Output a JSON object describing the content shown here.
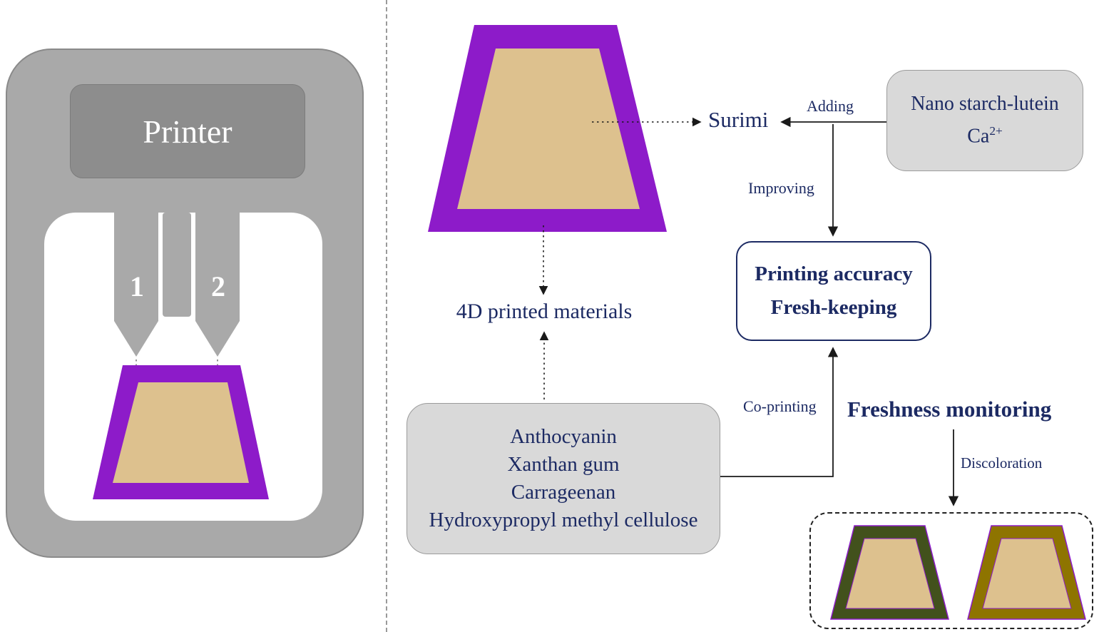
{
  "printer": {
    "label": "Printer",
    "nozzle1_label": "1",
    "nozzle2_label": "2"
  },
  "flow": {
    "surimi_label": "Surimi",
    "adding_label": "Adding",
    "nano_box": {
      "line1": "Nano starch-lutein",
      "line2_base": "Ca",
      "line2_sup": "2+"
    },
    "improving_label": "Improving",
    "accuracy_box": {
      "line1": "Printing accuracy",
      "line2": "Fresh-keeping"
    },
    "materials_label": "4D printed materials",
    "ingredients_box": {
      "lines": [
        "Anthocyanin",
        "Xanthan gum",
        "Carrageenan",
        "Hydroxypropyl methyl cellulose"
      ]
    },
    "co_printing_label": "Co-printing",
    "freshness_label": "Freshness monitoring",
    "discoloration_label": "Discoloration"
  },
  "colors": {
    "purple": "#8d1bc9",
    "tan": "#ddc18e",
    "navy": "#1c2a63",
    "printer-gray": "#a9a9a9",
    "printer-dark": "#8d8d8d",
    "box-gray": "#d9d9d9",
    "box-border": "#9b9b9b",
    "green-border": "#42511c",
    "olive-border": "#8e7400",
    "arrow-black": "#1a1a1a",
    "arrow-gray": "#7a7a7a"
  }
}
